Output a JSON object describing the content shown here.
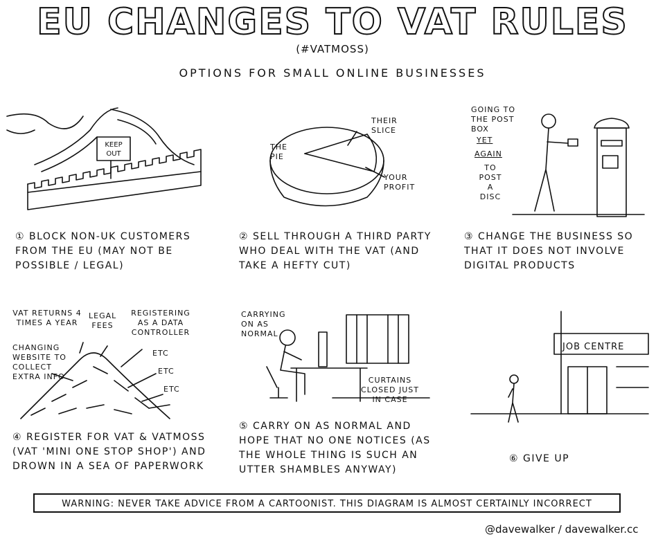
{
  "title": "EU CHANGES TO VAT RULES",
  "subtitle": "(#VATMOSS)",
  "heading": "OPTIONS FOR SMALL ONLINE BUSINESSES",
  "panels": [
    {
      "caption": "① BLOCK NON-UK CUSTOMERS FROM THE EU (MAY NOT BE POSSIBLE / LEGAL)",
      "labels": {
        "sign": "KEEP OUT"
      }
    },
    {
      "caption": "② SELL THROUGH A THIRD PARTY WHO DEAL WITH THE VAT (AND TAKE A HEFTY CUT)",
      "labels": {
        "pie": "THE PIE",
        "their": "THEIR SLICE",
        "your": "YOUR PROFIT"
      }
    },
    {
      "caption": "③ CHANGE THE BUSINESS SO THAT IT DOES NOT INVOLVE DIGITAL PRODUCTS",
      "labels": {
        "going": "GOING TO THE POST BOX",
        "yet": "YET",
        "again": "AGAIN",
        "post": "TO POST A DISC"
      }
    },
    {
      "caption": "④ REGISTER FOR VAT & VATMOSS (VAT 'MINI ONE STOP SHOP') AND DROWN IN A SEA OF PAPERWORK",
      "labels": {
        "vat_returns": "VAT RETURNS 4 TIMES A YEAR",
        "legal": "LEGAL FEES",
        "registering": "REGISTERING AS A DATA CONTROLLER",
        "changing": "CHANGING WEBSITE TO COLLECT EXTRA INFO",
        "etc": [
          "ETC",
          "ETC",
          "ETC"
        ]
      }
    },
    {
      "caption": "⑤ CARRY ON AS NORMAL AND HOPE THAT NO ONE NOTICES (AS THE WHOLE THING IS SUCH AN UTTER SHAMBLES ANYWAY)",
      "labels": {
        "carrying": "CARRYING ON AS NORMAL",
        "curtains": "CURTAINS CLOSED JUST IN CASE"
      }
    },
    {
      "caption": "⑥ GIVE UP",
      "labels": {
        "job": "JOB CENTRE"
      }
    }
  ],
  "warning": "WARNING: NEVER TAKE ADVICE FROM A CARTOONIST. THIS DIAGRAM IS ALMOST CERTAINLY INCORRECT",
  "credit": "@davewalker / davewalker.cc"
}
